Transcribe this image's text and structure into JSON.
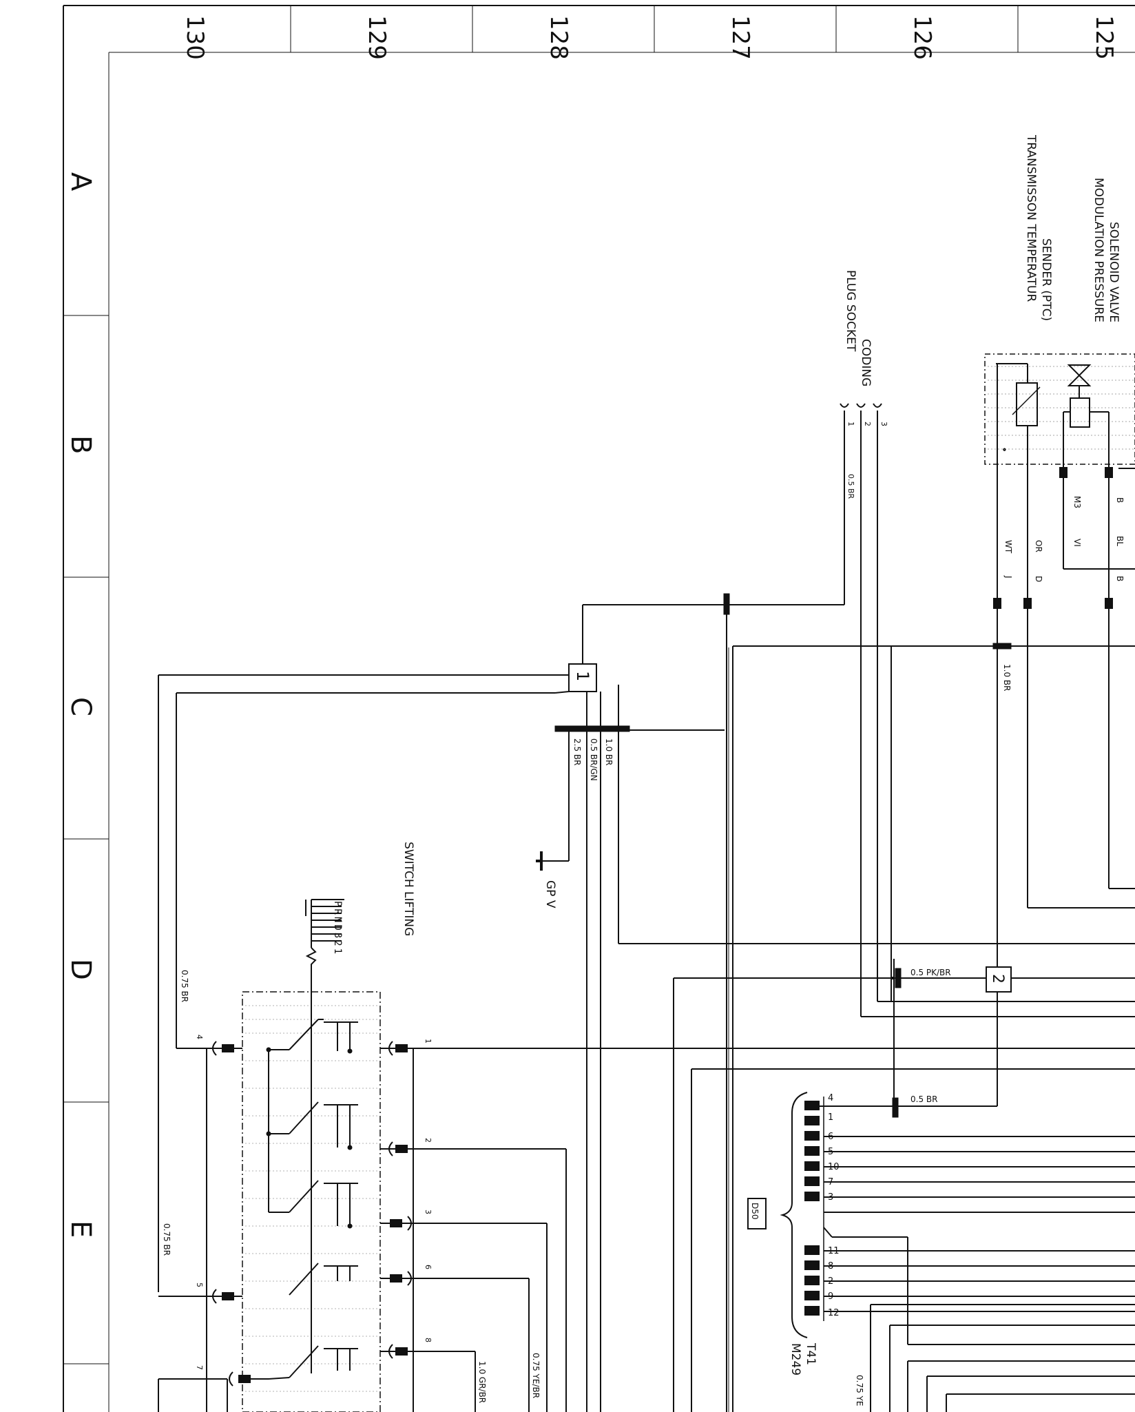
{
  "ruler": {
    "columns": [
      "130",
      "129",
      "128",
      "127",
      "126",
      "125"
    ],
    "rows": [
      "A",
      "B",
      "C",
      "D",
      "E"
    ]
  },
  "components": {
    "solenoid_line1": "SOLENOID VALVE",
    "solenoid_line2": "MODULATION PRESSURE",
    "sender_line1": "SENDER (PTC)",
    "sender_line2": "TRANSMISSON TEMPERATUR",
    "coding_line1": "CODING",
    "coding_line2": "PLUG SOCKET",
    "switch_title": "SWITCH LIFTING",
    "switch_positions": "PRND321",
    "ground_label": "GP V",
    "connector_code": "D50",
    "connector_name1": "T41",
    "connector_name2": "M249"
  },
  "splices": {
    "s1": "1",
    "s2": "2"
  },
  "coding_pins": [
    "1",
    "2",
    "3"
  ],
  "wires": {
    "coding_wire": "0.5 BR",
    "splice1_out": "1.0 BR",
    "w1": "1.0 BR",
    "w2": "0.5 BR/GN",
    "w3": "2.5 BR",
    "pk": "0.5 PK/BR",
    "br05": "0.5 BR",
    "left1": "0.75 BR",
    "left2": "0.75 BR",
    "bottom1": "0.75 YE/BR",
    "bottom2": "1.0 GR/BR",
    "bottom3": "0.75 YE",
    "wt": "WT",
    "or": "OR",
    "vi": "VI",
    "bl": "BL",
    "j": "J",
    "d": "D",
    "m3": "M3",
    "b1": "B",
    "b2": "B"
  },
  "switch_pins_left": [
    "4",
    "5",
    "7"
  ],
  "switch_pins_right": [
    "1",
    "2",
    "3",
    "6",
    "8"
  ],
  "connector_pins": [
    "4",
    "1",
    "6",
    "5",
    "10",
    "7",
    "3",
    "11",
    "8",
    "2",
    "9",
    "12"
  ]
}
